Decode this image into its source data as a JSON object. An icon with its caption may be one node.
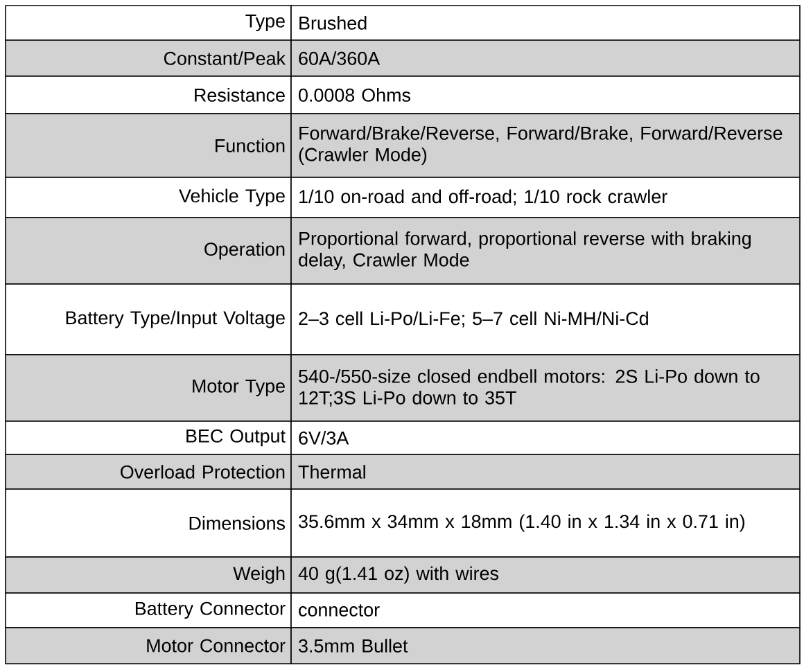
{
  "diagram": {
    "labels": [
      "Type",
      "Brushed",
      "Constant/Peak",
      "60A/360A",
      "Resistance",
      "0.0008 Ohms",
      "Function",
      "Forward/Brake/Reverse, Forward/Brake, Forward/Reverse (Crawler Mode)",
      "Vehicle Type",
      "1/10 on-road and off-road; 1/10 rock crawler",
      "Operation",
      "Proportional forward, proportional reverse with braking delay, Crawler Mode",
      "Battery Type/Input Voltage",
      "2–3 cell Li-Po/Li-Fe; 5–7 cell Ni-MH/Ni-Cd",
      "Motor Type",
      "540-/550-size closed endbell motors: 2S Li-Po down to 12T;3S Li-Po down to 35T",
      "BEC Output",
      "6V/3A",
      "Overload Protection",
      "Thermal",
      "Dimensions",
      "35.6mm x 34mm x 18mm (1.40 in x 1.34 in x 0.71 in)",
      "Weigh",
      "40 g(1.41 oz) with wires",
      "Battery Connector",
      "connector",
      "Motor Connector",
      "3.5mm Bullet"
    ]
  }
}
